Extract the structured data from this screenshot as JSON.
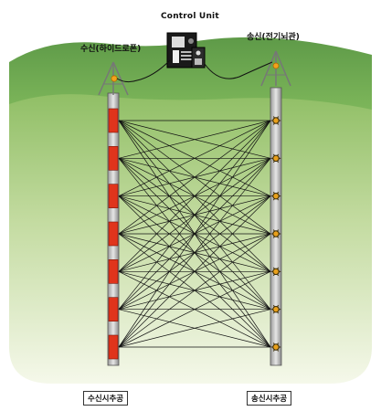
{
  "labels": {
    "control_unit": "Control Unit",
    "receiver_top": "수신(하이드로폰)",
    "transmitter_top": "송신(전기뇌관)",
    "receiver_borehole": "수신시추공",
    "transmitter_borehole": "송신시추공"
  },
  "diagram": {
    "receiver_sensor_count": 7,
    "transmitter_source_count": 7,
    "colors": {
      "sky": "#ffffff",
      "hill": "#6aa04e",
      "ground_top": "#8fbf64",
      "ground_bottom": "#f4f7e8",
      "receiver_sensor": "#e0341c",
      "transmitter_source": "#e8a01c",
      "pipe": "#bdbdbd",
      "ray": "#111111"
    }
  }
}
